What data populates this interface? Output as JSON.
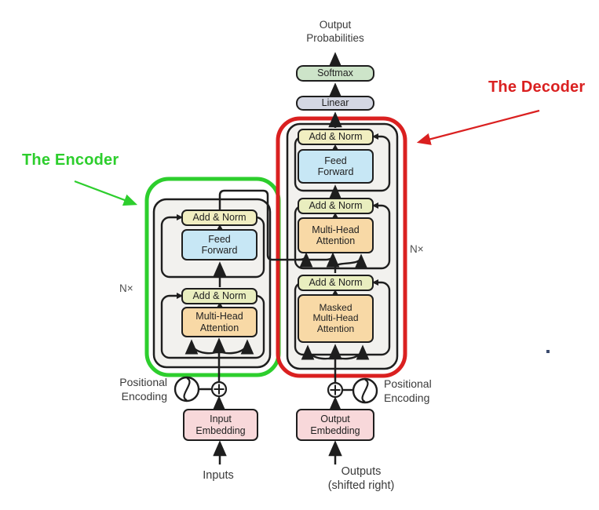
{
  "title": "Transformer architecture diagram",
  "annotations": {
    "encoder_label": "The Encoder",
    "decoder_label": "The Decoder"
  },
  "top": {
    "output_probabilities": [
      "Output",
      "Probabilities"
    ]
  },
  "boxes": {
    "softmax": "Softmax",
    "linear": "Linear",
    "add_norm": "Add & Norm",
    "feed_forward": [
      "Feed",
      "Forward"
    ],
    "multi_head_attention": [
      "Multi-Head",
      "Attention"
    ],
    "masked_multi_head_attention": [
      "Masked",
      "Multi-Head",
      "Attention"
    ],
    "input_embedding": [
      "Input",
      "Embedding"
    ],
    "output_embedding": [
      "Output",
      "Embedding"
    ]
  },
  "labels": {
    "positional_encoding": [
      "Positional",
      "Encoding"
    ],
    "inputs": "Inputs",
    "outputs": [
      "Outputs",
      "(shifted right)"
    ],
    "n_times": "N×"
  },
  "colors": {
    "encoder_green": "#2dce2d",
    "decoder_red": "#da2020",
    "box_border": "#1e1e1e",
    "add_norm_fill": "#f1eec1",
    "add_norm_fill_alt": "#e9eebf",
    "feed_forward_fill": "#c7e7f5",
    "attention_fill": "#f8d9a6",
    "softmax_fill": "#cde4c9",
    "linear_fill": "#d4d7e3",
    "embedding_fill": "#f8d8da",
    "block_background": "#f2f1ee"
  }
}
